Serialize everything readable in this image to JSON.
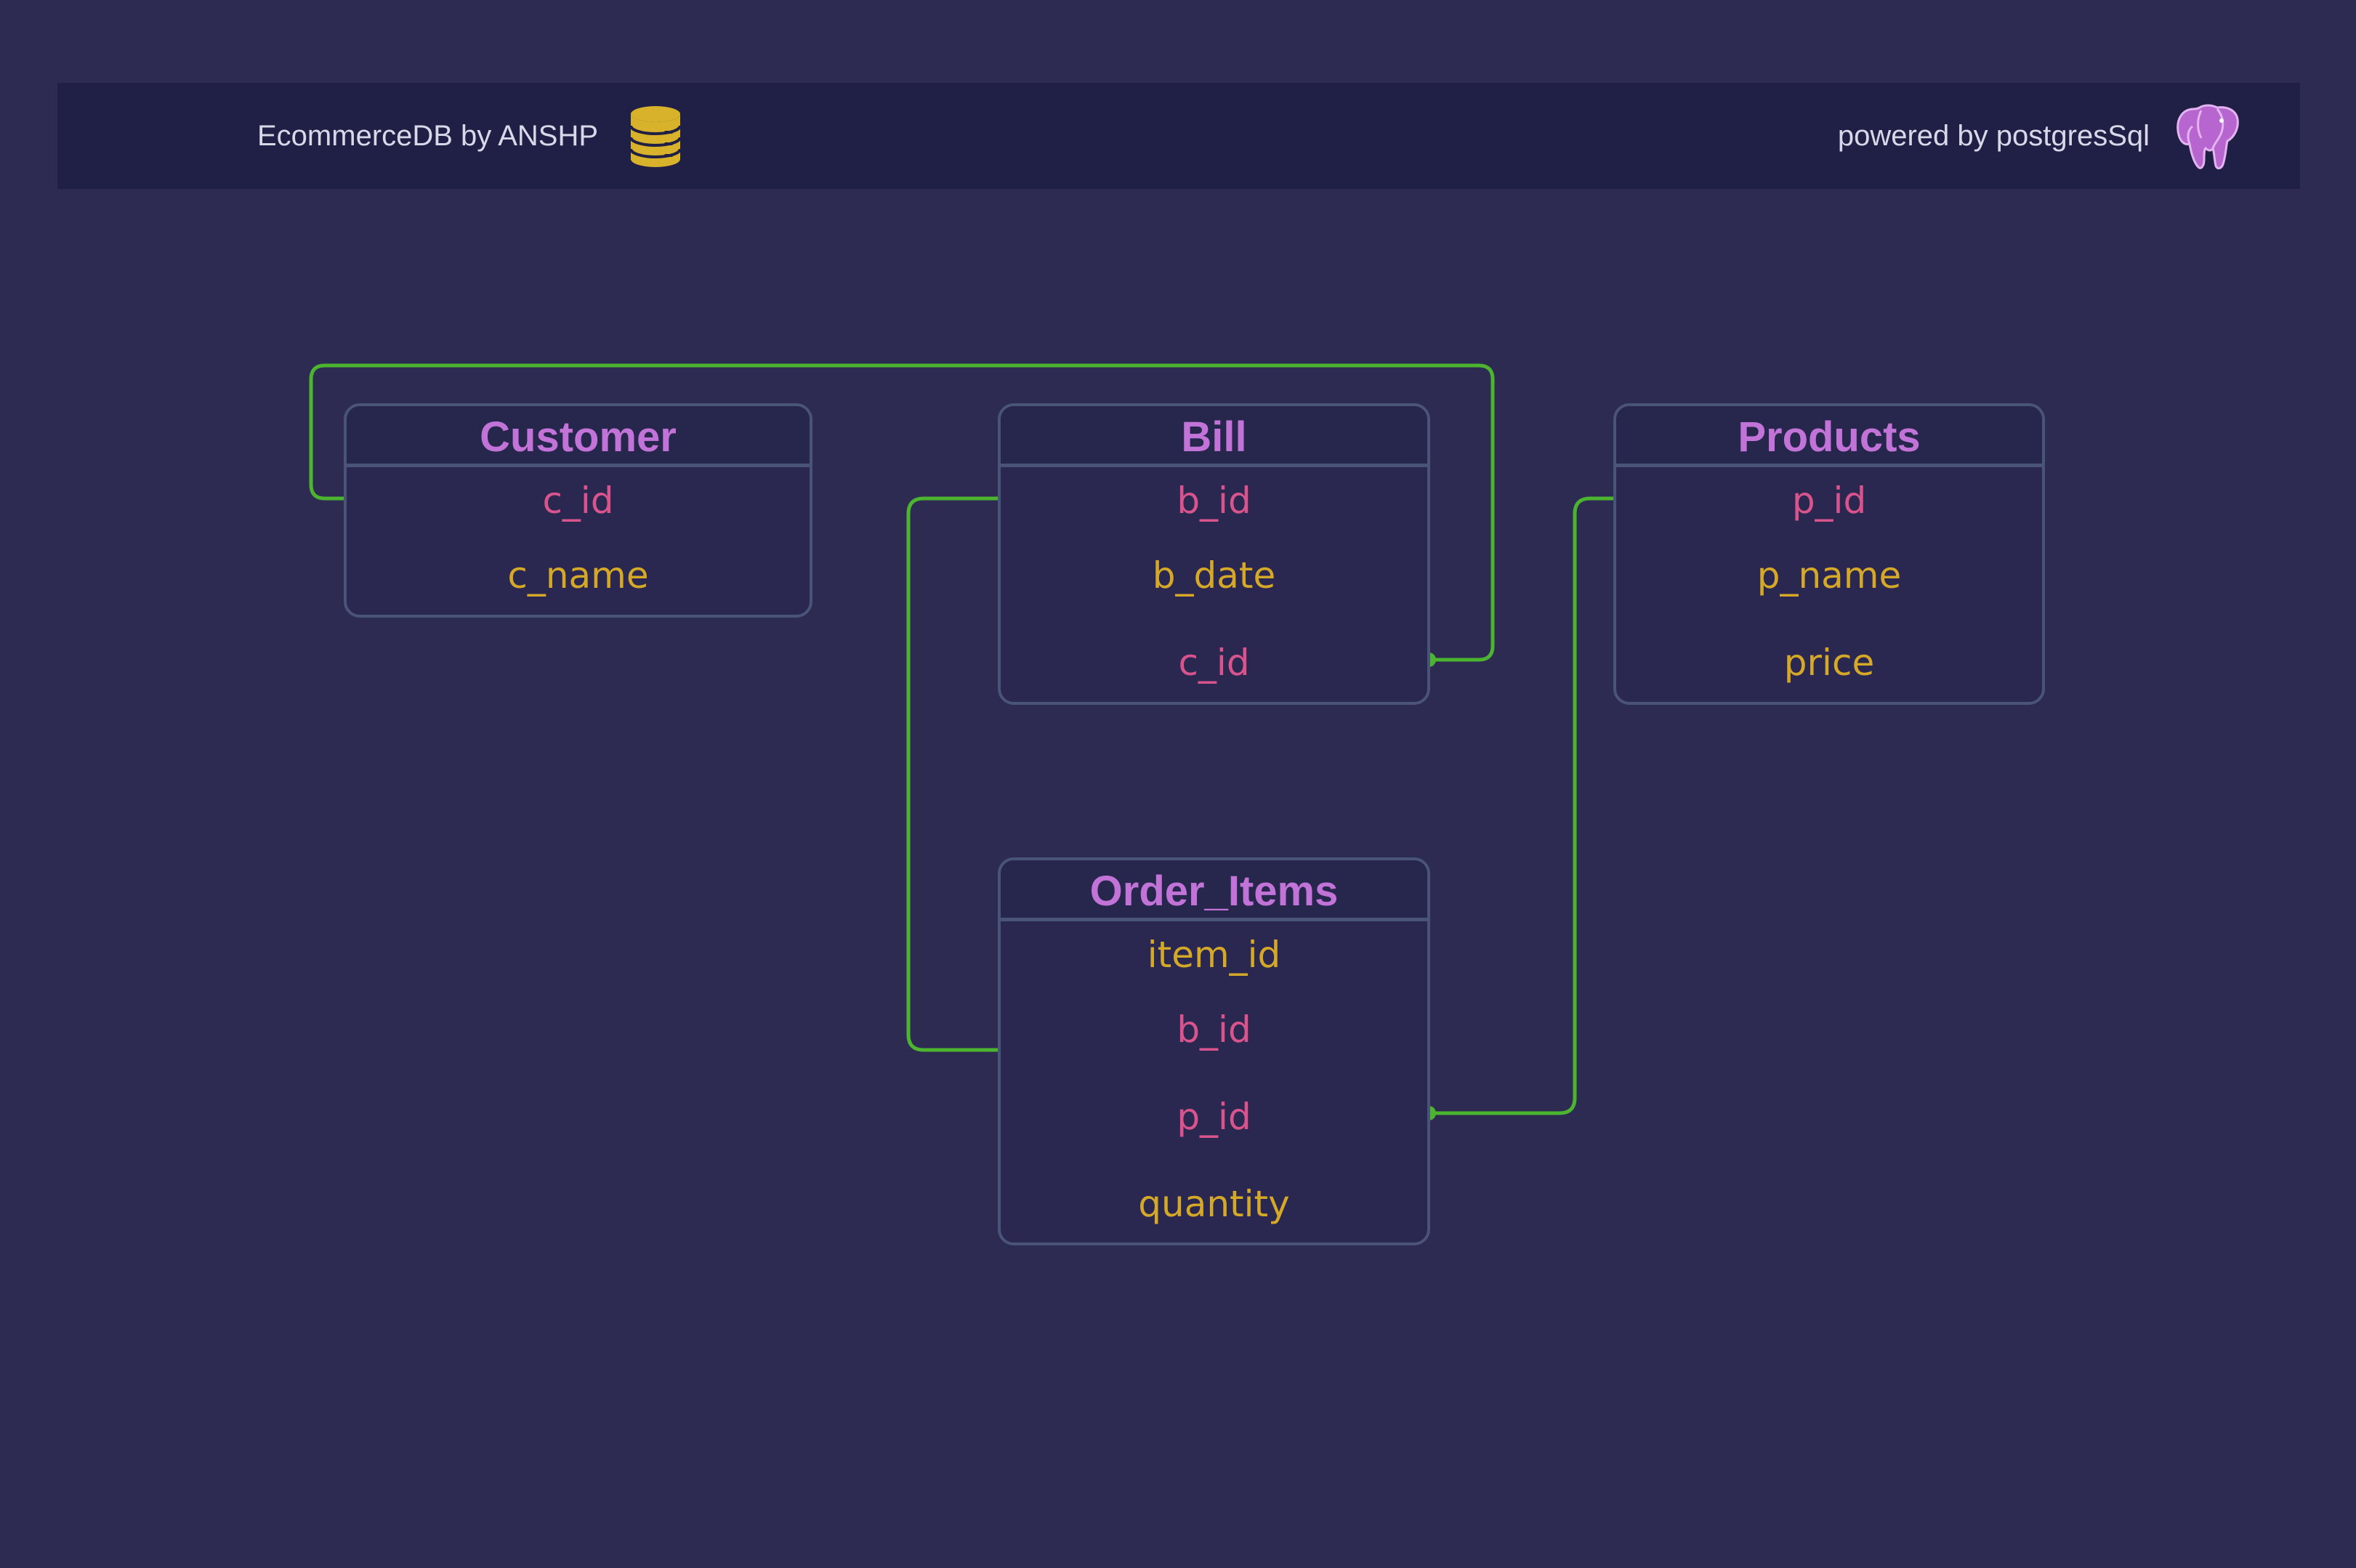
{
  "header": {
    "brand": "EcommerceDB by ANSHP",
    "brand_icon": "database-icon",
    "powered_by": "powered by postgresSql",
    "powered_icon": "postgresql-elephant-icon"
  },
  "colors": {
    "background": "#2e2b53",
    "header_bar": "#201f45",
    "entity_title": "#c273d8",
    "key_attribute": "#d9548c",
    "plain_attribute": "#d5a927",
    "relationship_line": "#4cb52f",
    "entity_border": "#4a5479",
    "database_icon": "#d7b22a",
    "elephant_icon": "#b765cf"
  },
  "entities": {
    "customer": {
      "name": "Customer",
      "attributes": [
        {
          "name": "c_id",
          "kind": "key"
        },
        {
          "name": "c_name",
          "kind": "plain"
        }
      ]
    },
    "bill": {
      "name": "Bill",
      "attributes": [
        {
          "name": "b_id",
          "kind": "key"
        },
        {
          "name": "b_date",
          "kind": "plain"
        },
        {
          "name": "c_id",
          "kind": "key"
        }
      ]
    },
    "products": {
      "name": "Products",
      "attributes": [
        {
          "name": "p_id",
          "kind": "key"
        },
        {
          "name": "p_name",
          "kind": "plain"
        },
        {
          "name": "price",
          "kind": "plain"
        }
      ]
    },
    "order_items": {
      "name": "Order_Items",
      "attributes": [
        {
          "name": "item_id",
          "kind": "plain"
        },
        {
          "name": "b_id",
          "kind": "key"
        },
        {
          "name": "p_id",
          "kind": "key"
        },
        {
          "name": "quantity",
          "kind": "plain"
        }
      ]
    }
  },
  "relationships": [
    {
      "from": "Customer.c_id",
      "to": "Bill.c_id"
    },
    {
      "from": "Bill.b_id",
      "to": "Order_Items.b_id"
    },
    {
      "from": "Products.p_id",
      "to": "Order_Items.p_id"
    }
  ]
}
